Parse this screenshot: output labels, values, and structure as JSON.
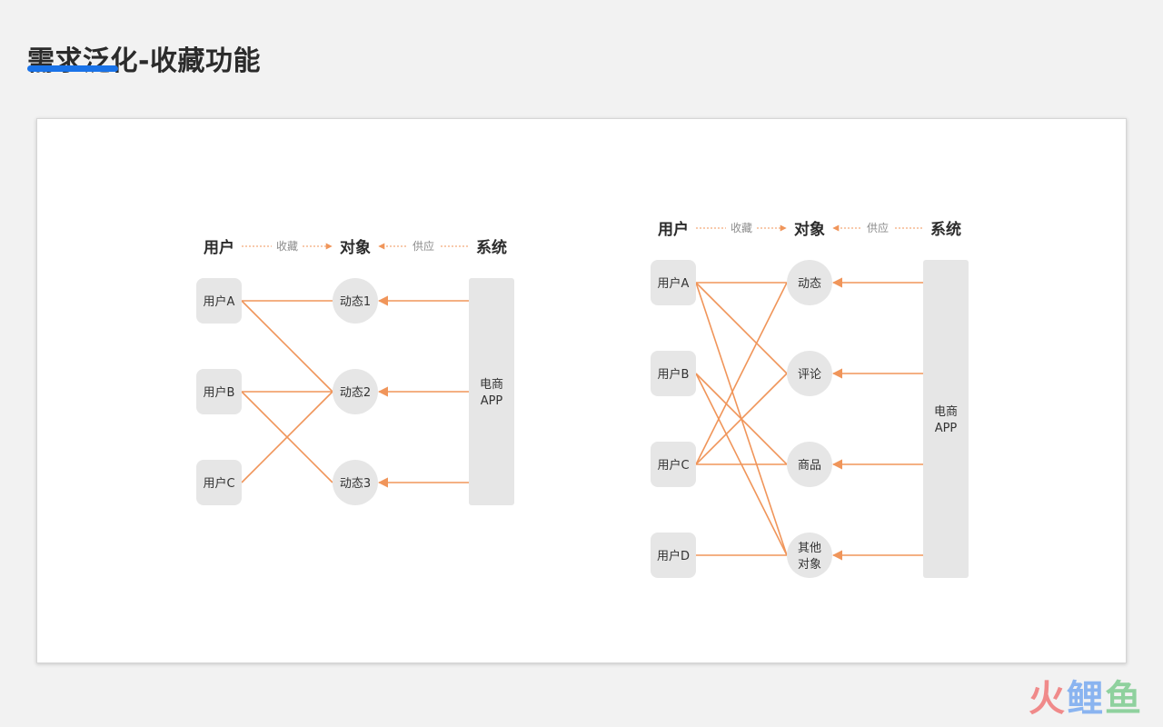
{
  "page": {
    "title": "需求泛化-收藏功能",
    "accent": "#1a73e8"
  },
  "colors": {
    "line": "#f0955a",
    "node": "#e6e6e6",
    "text": "#2b2b2b",
    "label": "#8c8c8c"
  },
  "left_diagram": {
    "headers": {
      "users": "用户",
      "objects": "对象",
      "system": "系统"
    },
    "edge_labels": {
      "collect": "收藏",
      "supply": "供应"
    },
    "users": [
      "用户A",
      "用户B",
      "用户C"
    ],
    "objects": [
      "动态1",
      "动态2",
      "动态3"
    ],
    "system": [
      "电商",
      "APP"
    ]
  },
  "right_diagram": {
    "headers": {
      "users": "用户",
      "objects": "对象",
      "system": "系统"
    },
    "edge_labels": {
      "collect": "收藏",
      "supply": "供应"
    },
    "users": [
      "用户A",
      "用户B",
      "用户C",
      "用户D"
    ],
    "objects": [
      "动态",
      "评论",
      "商品"
    ],
    "object_4": [
      "其他",
      "对象"
    ],
    "system": [
      "电商",
      "APP"
    ]
  },
  "watermark": {
    "part1": "火",
    "part2": "鲤",
    "part3": "鱼"
  }
}
